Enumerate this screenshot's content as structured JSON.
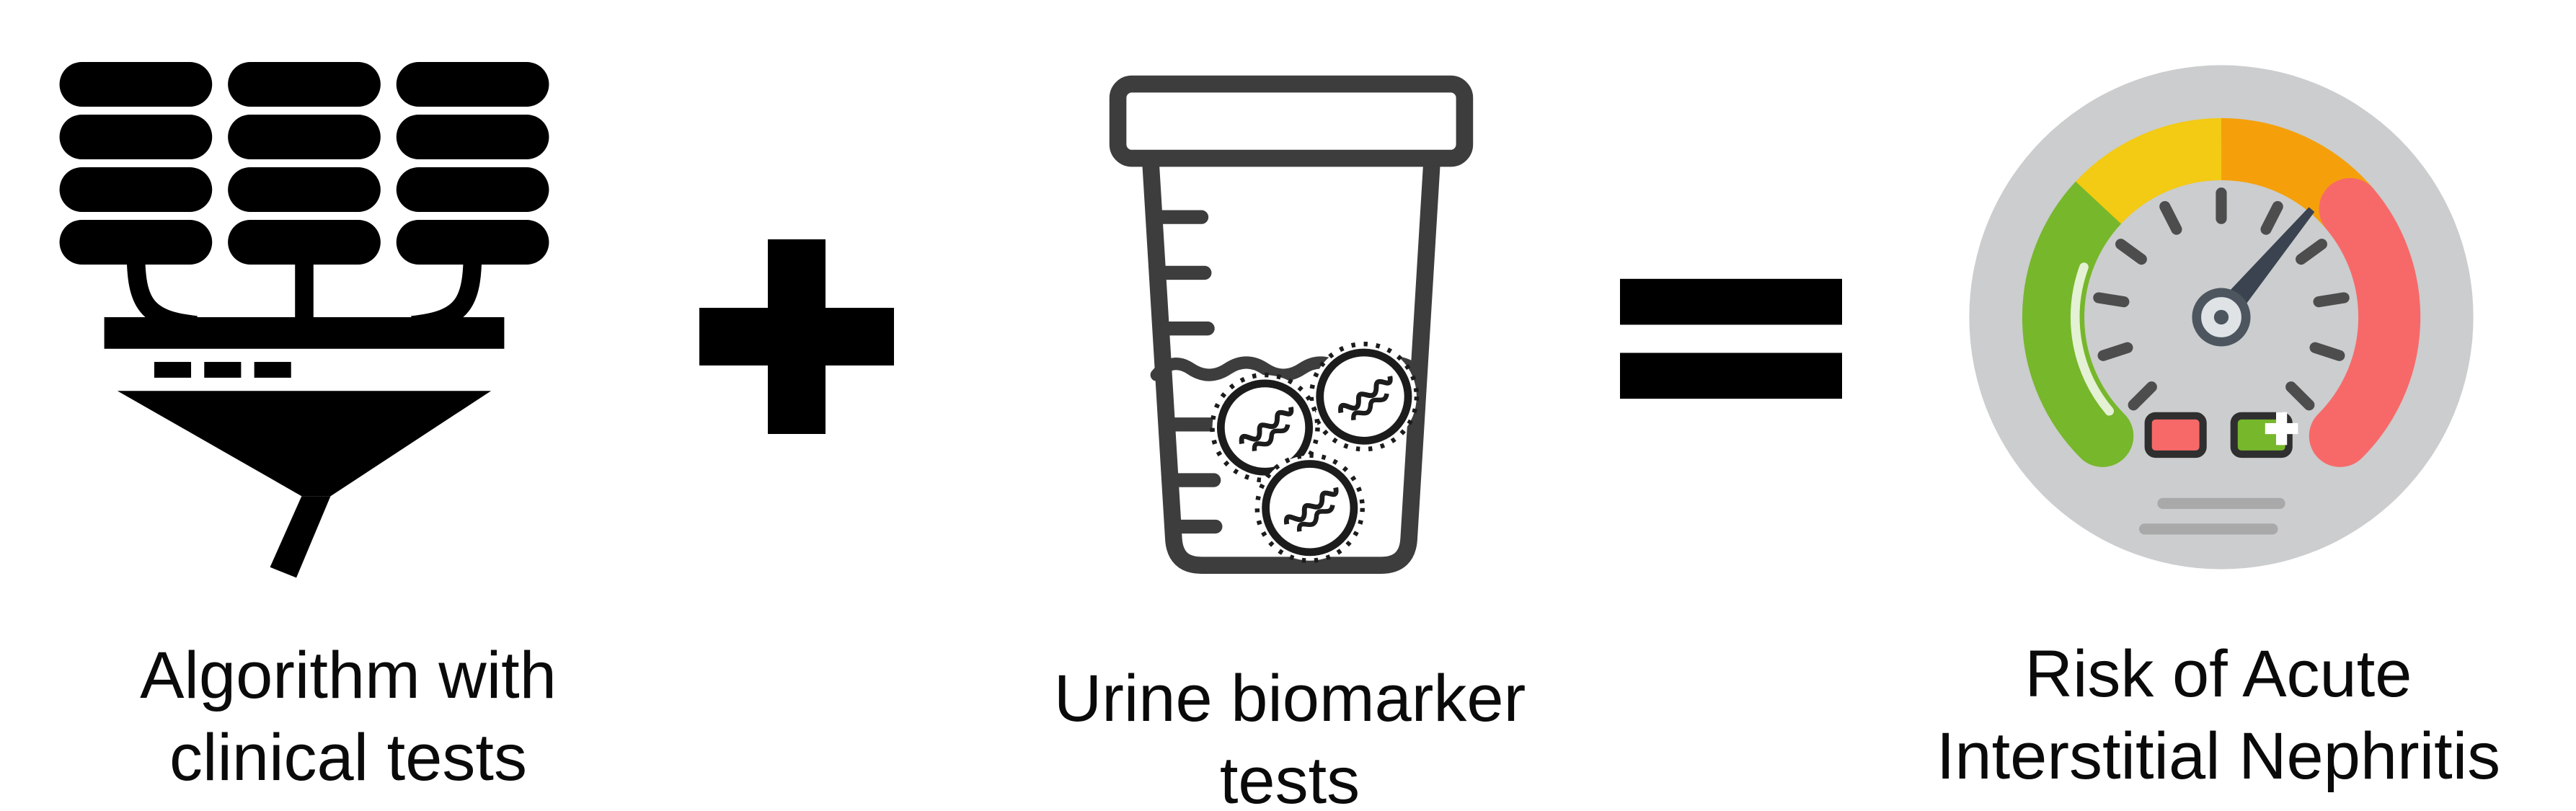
{
  "items": [
    {
      "id": "algorithm",
      "icon": "database-funnel-icon",
      "label": "Algorithm with\nclinical tests"
    },
    {
      "id": "biomarker",
      "icon": "specimen-cup-icon",
      "label": "Urine biomarker\ntests"
    },
    {
      "id": "risk",
      "icon": "risk-gauge-icon",
      "label": "Risk of Acute\nInterstitial Nephritis"
    }
  ],
  "operators": [
    {
      "id": "plus",
      "glyph": "+"
    },
    {
      "id": "equals",
      "glyph": "="
    }
  ],
  "colors": {
    "icon_black": "#000000",
    "cup_outline": "#3d3d3d",
    "gauge_background": "#cbcdce",
    "gauge_green": "#77b72b",
    "gauge_yellow": "#f3ca14",
    "gauge_orange": "#f5a00b",
    "gauge_red": "#f76969",
    "needle": "#3a434f",
    "text": "#0a0a0a"
  }
}
